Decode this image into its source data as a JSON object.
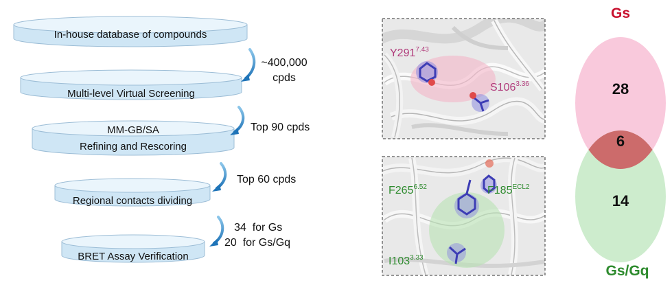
{
  "workflow": {
    "steps": [
      {
        "lines": [
          "In-house database of compounds"
        ]
      },
      {
        "lines": [
          "Multi-level Virtual Screening"
        ]
      },
      {
        "lines": [
          "MM-GB/SA",
          "Refining and Rescoring"
        ]
      },
      {
        "lines": [
          "Regional contacts dividing"
        ]
      },
      {
        "lines": [
          "BRET Assay Verification"
        ]
      }
    ],
    "arrow_notes": [
      {
        "lines": [
          "~400,000",
          "cpds"
        ]
      },
      {
        "lines": [
          "Top 90 cpds"
        ]
      },
      {
        "lines": [
          "Top 60 cpds"
        ]
      },
      {
        "lines": [
          "34  for Gs",
          "20  for Gs/Gq"
        ]
      }
    ]
  },
  "structures": {
    "top": {
      "residues": [
        {
          "name": "Y291",
          "sup": "7.43",
          "color": "#b03a7a"
        },
        {
          "name": "S106",
          "sup": "3.36",
          "color": "#b03a7a"
        }
      ]
    },
    "bottom": {
      "residues": [
        {
          "name": "F265",
          "sup": "6.52",
          "color": "#2e8b2e"
        },
        {
          "name": "F185",
          "sup": "ECL2",
          "color": "#2e8b2e"
        },
        {
          "name": "I103",
          "sup": "3.33",
          "color": "#2e8b2e"
        }
      ]
    }
  },
  "venn": {
    "top_label": "Gs",
    "bottom_label": "Gs/Gq",
    "top_only": "28",
    "overlap": "6",
    "bottom_only": "14",
    "colors": {
      "gs": "#f9c9dc",
      "gsgq": "#cdeccd",
      "overlap": "#cc6b6b",
      "gs_label": "#c8102e",
      "gsgq_label": "#2e8b2e"
    }
  }
}
